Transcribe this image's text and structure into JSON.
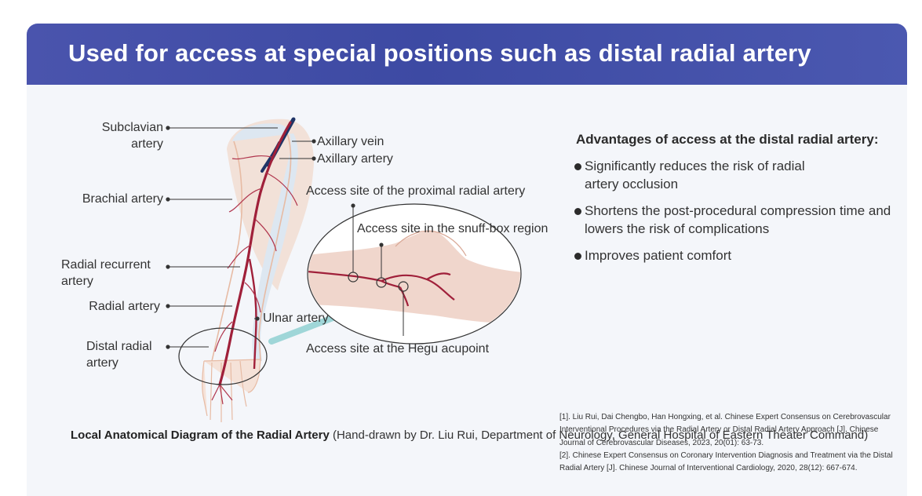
{
  "header": {
    "title": "Used for access at special positions such as distal radial artery"
  },
  "diagram": {
    "labels": {
      "subclavian": "Subclavian\nartery",
      "axillary_vein": "Axillary vein",
      "axillary_artery": "Axillary artery",
      "brachial": "Brachial artery",
      "proximal_access": "Access site of the proximal radial artery",
      "snuffbox": "Access site in the snuff-box region",
      "radial_recurrent": "Radial recurrent\nartery",
      "radial": "Radial artery",
      "ulnar": "Ulnar artery",
      "distal_radial": "Distal radial\nartery",
      "hegu": "Access site at the Hegu acupoint"
    }
  },
  "advantages": {
    "title": "Advantages of access at the distal radial artery:",
    "items": [
      "Significantly reduces the risk of radial artery occlusion",
      "Shortens the post-procedural compression time and lowers the risk of complications",
      "Improves patient comfort"
    ]
  },
  "caption": {
    "bold": "Local Anatomical Diagram of the Radial Artery",
    "rest": " (Hand-drawn by Dr. Liu Rui, Department of Neurology, General Hospital of Eastern Theater Command)"
  },
  "references": [
    "[1]. Liu Rui, Dai Chengbo, Han Hongxing, et al. Chinese Expert Consensus on Cerebrovascular Interventional Procedures via the Radial Artery or Distal Radial Artery Approach [J]. Chinese Journal of Cerebrovascular Diseases, 2023, 20(01): 63-73.",
    "[2]. Chinese Expert Consensus on Coronary Intervention Diagnosis and Treatment via the Distal Radial Artery [J]. Chinese Journal of Interventional Cardiology, 2020, 28(12): 667-674."
  ],
  "colors": {
    "header": "#4450a8",
    "artery": "#a0203a",
    "vein": "#1f3466",
    "skin": "#f2c8ad",
    "pointer": "#9fd6d8"
  }
}
